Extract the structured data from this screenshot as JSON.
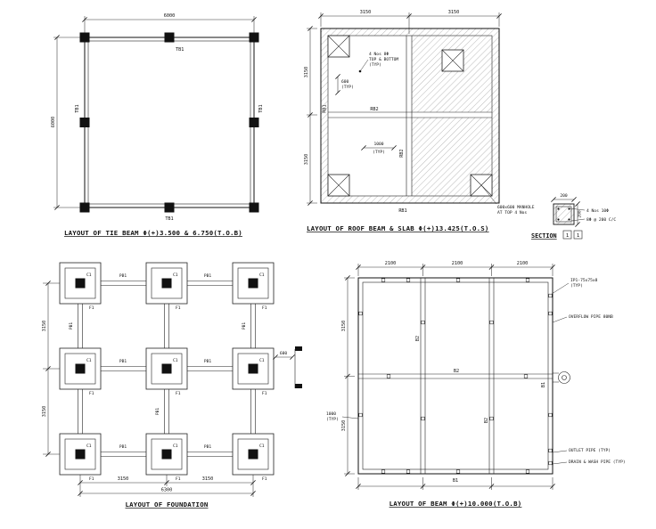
{
  "tie_beam": {
    "title": "LAYOUT OF TIE BEAM Φ(+)3.500 & 6.750(T.O.B)",
    "beam_label": "TB1",
    "dim_width": "6000",
    "dim_height": "6000"
  },
  "roof": {
    "title": "LAYOUT OF ROOF BEAM & SLAB Φ(+)13.425(T.O.S)",
    "edge_beam_label": "RB1",
    "inner_beam_label": "RB2",
    "dim_top_left": "3150",
    "dim_top_right": "3150",
    "dim_left_upper": "3150",
    "dim_left_lower": "3150",
    "rebar_note_line1": "4 Nos 8Φ",
    "rebar_note_line2": "TOP & BOTTOM",
    "rebar_note_line3": "(TYP)",
    "dim_600": "600",
    "dim_1000": "1000",
    "typ": "(TYP)",
    "manhole_note_line1": "600x600 MANHOLE",
    "manhole_note_line2": "AT TOP 4 Nos"
  },
  "section": {
    "title": "SECTION",
    "mark": "1",
    "dim_width": "200",
    "dim_height": "200",
    "bar_note": "4 Nos 10Φ",
    "stirrup_note": "8Φ @ 200 C/C"
  },
  "foundation": {
    "title": "LAYOUT OF FOUNDATION",
    "column_label": "C1",
    "footing_label": "F1",
    "beam_label": "PB1",
    "dim_left_upper": "3150",
    "dim_left_lower": "3150",
    "dim_bottom_left": "3150",
    "dim_bottom_right": "3150",
    "dim_bottom_total": "6300",
    "dim_600": "600"
  },
  "beam": {
    "title": "LAYOUT OF BEAM Φ(+)10.000(T.O.B)",
    "edge_beam_label": "B1",
    "inner_beam_label": "B2",
    "dim_top_1": "2100",
    "dim_top_2": "2100",
    "dim_top_3": "2100",
    "dim_left_upper": "3150",
    "dim_left_lower": "3150",
    "insert_note_line1": "IP1-75x75x8",
    "insert_note_line2": "(TYP)",
    "overflow_note": "OVERFLOW PIPE 80NB",
    "outlet_note": "OUTLET PIPE (TYP)",
    "drain_note": "DRAIN & WASH PIPE (TYP)",
    "inlet_dim": "1000",
    "typ": "(TYP)"
  }
}
